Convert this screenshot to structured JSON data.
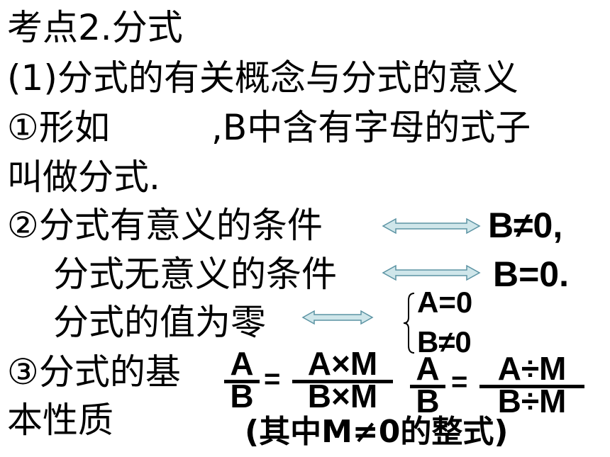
{
  "lines": {
    "title": "考点2.分式",
    "section1": "(1)分式的有关概念与分式的意义",
    "item1_start": "①形如",
    "item1_rest": ",B中含有字母的式子",
    "item1_cont": "叫做分式.",
    "item2a": "②分式有意义的条件",
    "item2a_result": "B≠0,",
    "item2b": "分式无意义的条件",
    "item2b_result": "B=0.",
    "item2c": "分式的值为零",
    "item2c_cond1": "A=0",
    "item2c_cond2": "B≠0",
    "item3": "③分式的基",
    "item3_cont": "本性质",
    "note": "(其中M≠0的整式)"
  },
  "formulas": {
    "f1_num": "A",
    "f1_den": "B",
    "equals": "=",
    "f2_num": "A×M",
    "f2_den": "B×M",
    "f3_num": "A",
    "f3_den": "B",
    "f4_num": "A÷M",
    "f4_den": "B÷M"
  },
  "colors": {
    "arrow_fill": "#cfe6ea",
    "arrow_stroke": "#5b93a3",
    "text": "#000000"
  }
}
